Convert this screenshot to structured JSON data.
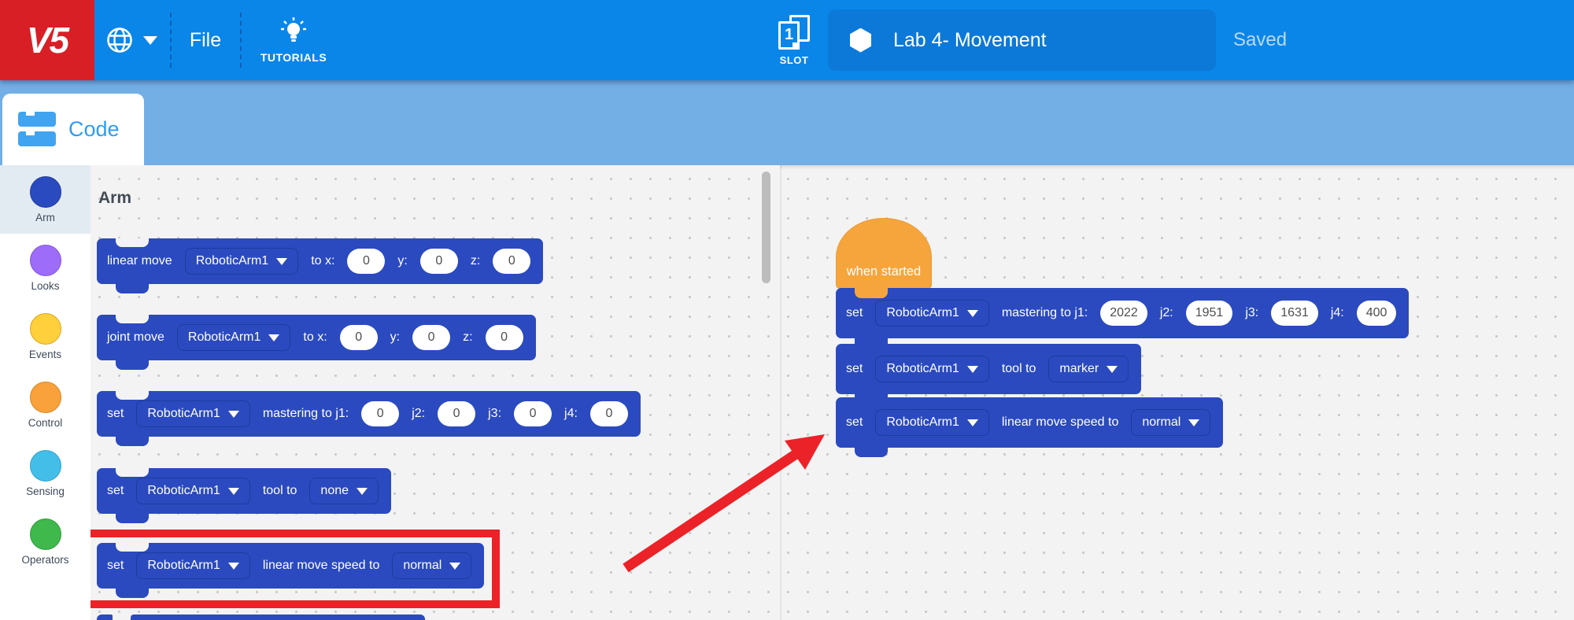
{
  "topbar": {
    "logo": "V5",
    "file_label": "File",
    "tutorials_label": "TUTORIALS",
    "slot_number": "1",
    "slot_label": "SLOT",
    "project_name": "Lab 4- Movement",
    "saved_label": "Saved"
  },
  "tab": {
    "label": "Code"
  },
  "sidebar": {
    "items": [
      {
        "id": "arm",
        "label": "Arm",
        "color": "#2A4BC0",
        "border": "#20389B",
        "selected": true
      },
      {
        "id": "looks",
        "label": "Looks",
        "color": "#9D6CF8",
        "border": "#8356E0",
        "selected": false
      },
      {
        "id": "events",
        "label": "Events",
        "color": "#FFD03B",
        "border": "#D9A820",
        "selected": false
      },
      {
        "id": "control",
        "label": "Control",
        "color": "#F9A23B",
        "border": "#DB8420",
        "selected": false
      },
      {
        "id": "sensing",
        "label": "Sensing",
        "color": "#43BEE8",
        "border": "#2FA5CE",
        "selected": false
      },
      {
        "id": "operators",
        "label": "Operators",
        "color": "#3FB84C",
        "border": "#2F9E3C",
        "selected": false
      }
    ]
  },
  "palette": {
    "header": "Arm",
    "blocks": [
      {
        "name": "linear-move",
        "segments": [
          {
            "type": "label",
            "text": "linear move"
          },
          {
            "type": "dropdown",
            "name": "device-dropdown",
            "value": "RoboticArm1"
          },
          {
            "type": "label",
            "text": "to x:"
          },
          {
            "type": "input",
            "name": "x-input",
            "value": "0"
          },
          {
            "type": "label",
            "text": "y:"
          },
          {
            "type": "input",
            "name": "y-input",
            "value": "0"
          },
          {
            "type": "label",
            "text": "z:"
          },
          {
            "type": "input",
            "name": "z-input",
            "value": "0"
          }
        ]
      },
      {
        "name": "joint-move",
        "segments": [
          {
            "type": "label",
            "text": "joint move"
          },
          {
            "type": "dropdown",
            "name": "device-dropdown",
            "value": "RoboticArm1"
          },
          {
            "type": "label",
            "text": "to x:"
          },
          {
            "type": "input",
            "name": "x-input",
            "value": "0"
          },
          {
            "type": "label",
            "text": "y:"
          },
          {
            "type": "input",
            "name": "y-input",
            "value": "0"
          },
          {
            "type": "label",
            "text": "z:"
          },
          {
            "type": "input",
            "name": "z-input",
            "value": "0"
          }
        ]
      },
      {
        "name": "set-mastering",
        "segments": [
          {
            "type": "label",
            "text": "set"
          },
          {
            "type": "dropdown",
            "name": "device-dropdown",
            "value": "RoboticArm1"
          },
          {
            "type": "label",
            "text": "mastering to j1:"
          },
          {
            "type": "input",
            "name": "j1-input",
            "value": "0"
          },
          {
            "type": "label",
            "text": "j2:"
          },
          {
            "type": "input",
            "name": "j2-input",
            "value": "0"
          },
          {
            "type": "label",
            "text": "j3:"
          },
          {
            "type": "input",
            "name": "j3-input",
            "value": "0"
          },
          {
            "type": "label",
            "text": "j4:"
          },
          {
            "type": "input",
            "name": "j4-input",
            "value": "0"
          }
        ]
      },
      {
        "name": "set-tool",
        "segments": [
          {
            "type": "label",
            "text": "set"
          },
          {
            "type": "dropdown",
            "name": "device-dropdown",
            "value": "RoboticArm1"
          },
          {
            "type": "label",
            "text": "tool to"
          },
          {
            "type": "dropdown",
            "name": "tool-dropdown",
            "value": "none"
          }
        ]
      },
      {
        "name": "set-linear-move-speed",
        "segments": [
          {
            "type": "label",
            "text": "set"
          },
          {
            "type": "dropdown",
            "name": "device-dropdown",
            "value": "RoboticArm1"
          },
          {
            "type": "label",
            "text": "linear move speed to"
          },
          {
            "type": "dropdown",
            "name": "speed-dropdown",
            "value": "normal"
          }
        ]
      }
    ]
  },
  "workspace": {
    "hat_label": "when started",
    "blocks": [
      {
        "name": "set-mastering",
        "segments": [
          {
            "type": "label",
            "text": "set"
          },
          {
            "type": "dropdown",
            "name": "device-dropdown",
            "value": "RoboticArm1"
          },
          {
            "type": "label",
            "text": "mastering to j1:"
          },
          {
            "type": "input",
            "name": "j1-input",
            "value": "2022"
          },
          {
            "type": "label",
            "text": "j2:"
          },
          {
            "type": "input",
            "name": "j2-input",
            "value": "1951"
          },
          {
            "type": "label",
            "text": "j3:"
          },
          {
            "type": "input",
            "name": "j3-input",
            "value": "1631"
          },
          {
            "type": "label",
            "text": "j4:"
          },
          {
            "type": "input",
            "name": "j4-input",
            "value": "400"
          }
        ]
      },
      {
        "name": "set-tool",
        "segments": [
          {
            "type": "label",
            "text": "set"
          },
          {
            "type": "dropdown",
            "name": "device-dropdown",
            "value": "RoboticArm1"
          },
          {
            "type": "label",
            "text": "tool to"
          },
          {
            "type": "dropdown",
            "name": "tool-dropdown",
            "value": "marker"
          }
        ]
      },
      {
        "name": "set-linear-move-speed",
        "segments": [
          {
            "type": "label",
            "text": "set"
          },
          {
            "type": "dropdown",
            "name": "device-dropdown",
            "value": "RoboticArm1"
          },
          {
            "type": "label",
            "text": "linear move speed to"
          },
          {
            "type": "dropdown",
            "name": "speed-dropdown",
            "value": "normal"
          }
        ]
      }
    ]
  },
  "colors": {
    "topbar_blue": "#0A86E9",
    "secondary_blue": "#73AEE5",
    "logo_red": "#D91F26",
    "project_box_blue": "#0C79D8",
    "block_blue": "#2B4ABF",
    "block_border": "#1C3CA0",
    "hat_orange": "#F6A53C",
    "highlight_red": "#EB2227",
    "workspace_bg": "#F3F3F3"
  }
}
